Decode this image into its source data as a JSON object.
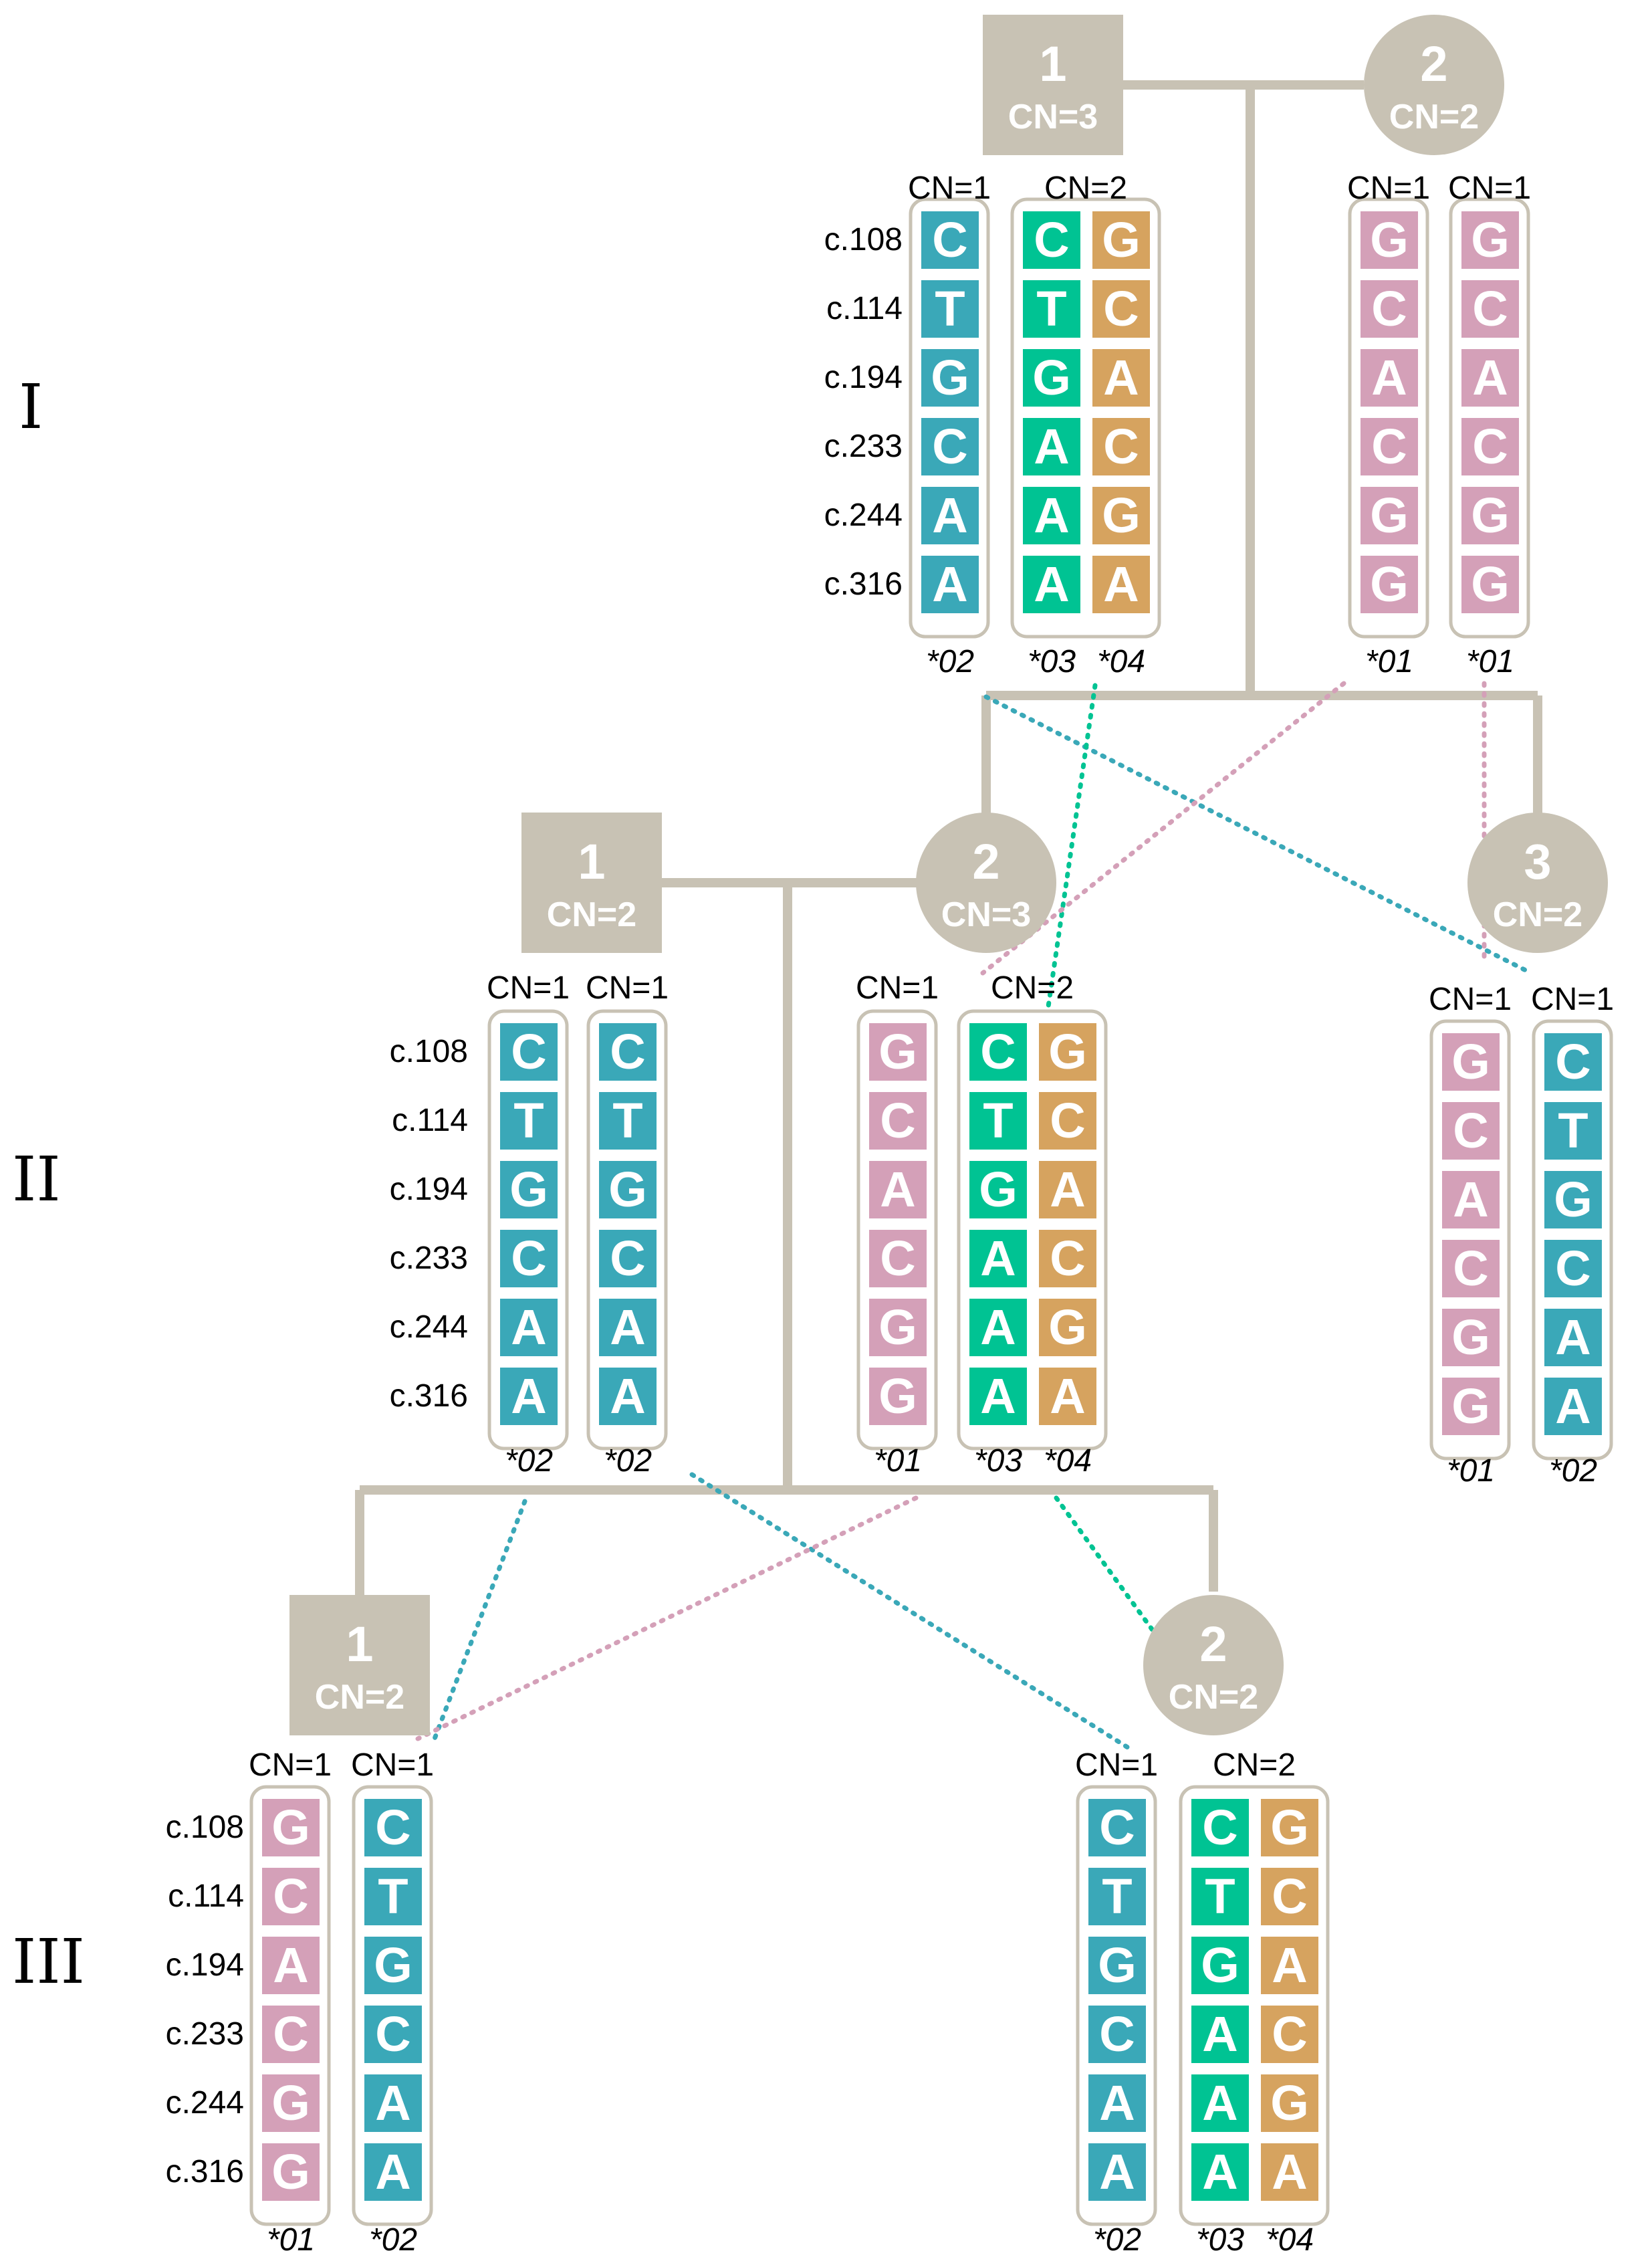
{
  "colors": {
    "line": "#c8c2b4",
    "node": "#c8c2b4",
    "teal": "#3aa8b8",
    "green": "#00c393",
    "orange": "#d6a35f",
    "pink": "#d4a0b8"
  },
  "positions": [
    "c.108",
    "c.114",
    "c.194",
    "c.233",
    "c.244",
    "c.316"
  ],
  "alleles": {
    "*01": {
      "color": "pink",
      "bases": [
        "G",
        "C",
        "A",
        "C",
        "G",
        "G"
      ]
    },
    "*02": {
      "color": "teal",
      "bases": [
        "C",
        "T",
        "G",
        "C",
        "A",
        "A"
      ]
    },
    "*03": {
      "color": "green",
      "bases": [
        "C",
        "T",
        "G",
        "A",
        "A",
        "A"
      ]
    },
    "*04": {
      "color": "orange",
      "bases": [
        "G",
        "C",
        "A",
        "C",
        "G",
        "A"
      ]
    }
  },
  "generations": [
    {
      "label": "I"
    },
    {
      "label": "II"
    },
    {
      "label": "III"
    }
  ],
  "individuals": [
    {
      "id": "I-1",
      "shape": "square",
      "num": "1",
      "cn": "CN=3",
      "groups": [
        {
          "cn_label": "CN=1",
          "alleles": [
            "*02"
          ]
        },
        {
          "cn_label": "CN=2",
          "alleles": [
            "*03",
            "*04"
          ]
        }
      ],
      "show_positions": true
    },
    {
      "id": "I-2",
      "shape": "circle",
      "num": "2",
      "cn": "CN=2",
      "groups": [
        {
          "cn_label": "CN=1",
          "alleles": [
            "*01"
          ]
        },
        {
          "cn_label": "CN=1",
          "alleles": [
            "*01"
          ]
        }
      ],
      "show_positions": false
    },
    {
      "id": "II-1",
      "shape": "square",
      "num": "1",
      "cn": "CN=2",
      "groups": [
        {
          "cn_label": "CN=1",
          "alleles": [
            "*02"
          ]
        },
        {
          "cn_label": "CN=1",
          "alleles": [
            "*02"
          ]
        }
      ],
      "show_positions": true
    },
    {
      "id": "II-2",
      "shape": "circle",
      "num": "2",
      "cn": "CN=3",
      "groups": [
        {
          "cn_label": "CN=1",
          "alleles": [
            "*01"
          ]
        },
        {
          "cn_label": "CN=2",
          "alleles": [
            "*03",
            "*04"
          ]
        }
      ],
      "show_positions": false
    },
    {
      "id": "II-3",
      "shape": "circle",
      "num": "3",
      "cn": "CN=2",
      "groups": [
        {
          "cn_label": "CN=1",
          "alleles": [
            "*01"
          ]
        },
        {
          "cn_label": "CN=1",
          "alleles": [
            "*02"
          ]
        }
      ],
      "show_positions": false
    },
    {
      "id": "III-1",
      "shape": "square",
      "num": "1",
      "cn": "CN=2",
      "groups": [
        {
          "cn_label": "CN=1",
          "alleles": [
            "*01"
          ]
        },
        {
          "cn_label": "CN=1",
          "alleles": [
            "*02"
          ]
        }
      ],
      "show_positions": true
    },
    {
      "id": "III-2",
      "shape": "circle",
      "num": "2",
      "cn": "CN=2",
      "groups": [
        {
          "cn_label": "CN=1",
          "alleles": [
            "*02"
          ]
        },
        {
          "cn_label": "CN=2",
          "alleles": [
            "*03",
            "*04"
          ]
        }
      ],
      "show_positions": false
    }
  ],
  "inheritance": [
    {
      "from": "I-1:*02",
      "to": "II-3:*02",
      "color": "teal"
    },
    {
      "from": "I-1:*04",
      "to": "II-2:*03",
      "color": "green"
    },
    {
      "from": "I-2:*01",
      "to": "II-2:*01",
      "color": "pink"
    },
    {
      "from": "I-2:*01b",
      "to": "II-3:*01",
      "color": "pink"
    },
    {
      "from": "II-1:*02",
      "to": "III-1:*02",
      "color": "teal"
    },
    {
      "from": "II-1:*02b",
      "to": "III-2:*02",
      "color": "teal"
    },
    {
      "from": "II-2:*01",
      "to": "III-1:*01",
      "color": "pink"
    },
    {
      "from": "II-2:*03",
      "to": "III-2:*03",
      "color": "green"
    }
  ]
}
